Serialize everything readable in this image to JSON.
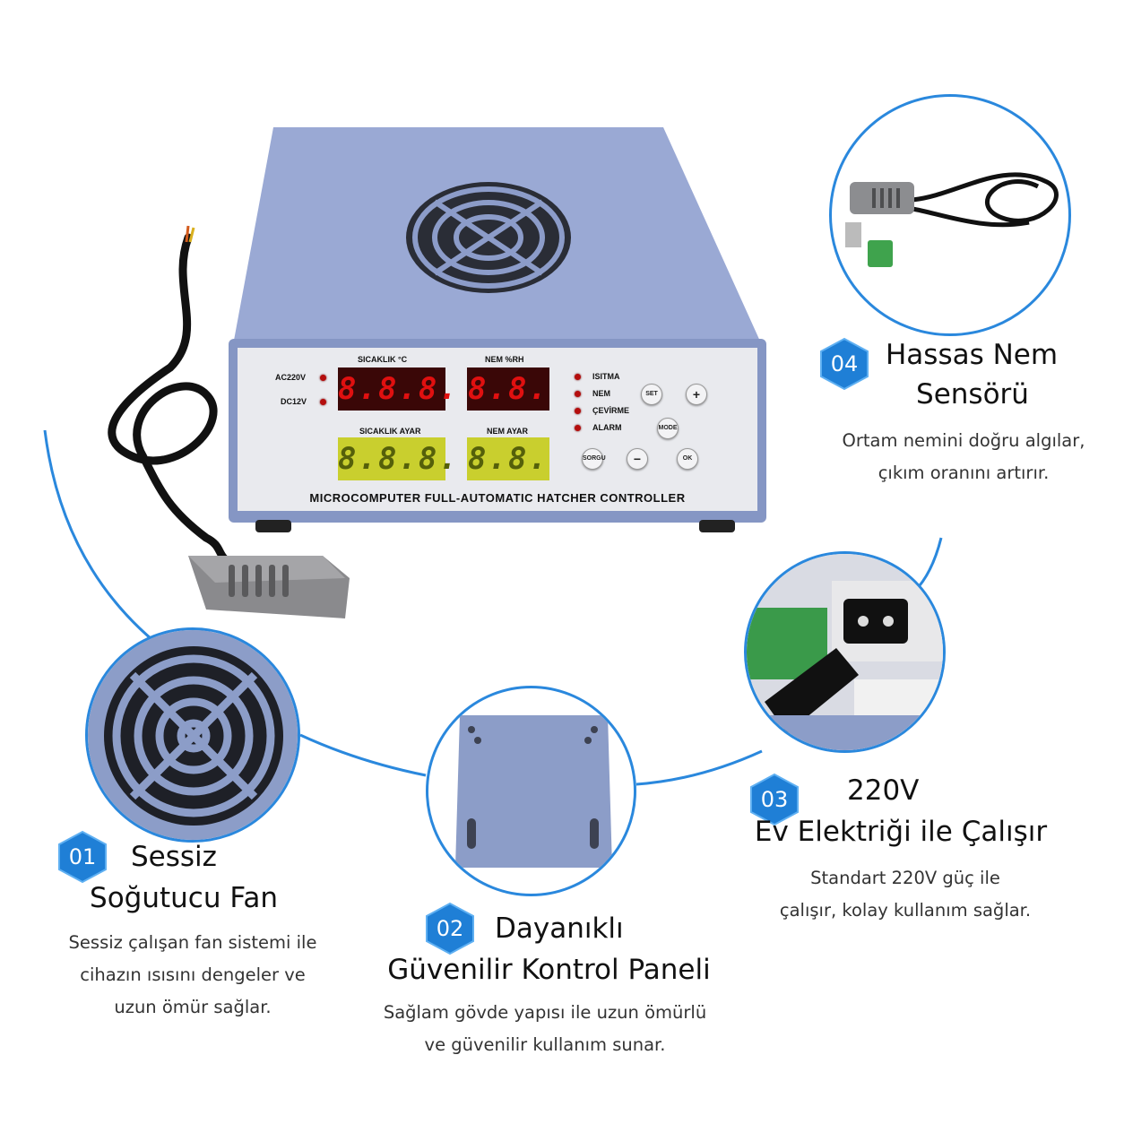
{
  "device": {
    "title_strip": "MICROCOMPUTER FULL-AUTOMATIC HATCHER CONTROLLER",
    "power_labels": [
      "AC220V",
      "DC12V"
    ],
    "displays": {
      "temp_label": "SICAKLIK °C",
      "temp_value": "8.8.8.",
      "hum_label": "NEM %RH",
      "hum_value": "8.8.",
      "temp_set_label": "SICAKLIK AYAR",
      "temp_set_value": "8.8.8.",
      "hum_set_label": "NEM AYAR",
      "hum_set_value": "8.8."
    },
    "indicators": [
      "ISITMA",
      "NEM",
      "ÇEVİRME",
      "ALARM"
    ],
    "buttons": {
      "set": "SET",
      "plus": "+",
      "mode": "MODE",
      "query": "SORGU",
      "minus": "−",
      "ok": "OK"
    }
  },
  "features": [
    {
      "num": "01",
      "title_line1": "Sessiz",
      "title_line2": "Soğutucu Fan",
      "desc": [
        "Sessiz çalışan fan sistemi ile",
        "cihazın ısısını dengeler ve",
        "uzun ömür sağlar."
      ]
    },
    {
      "num": "02",
      "title_line1": "Dayanıklı",
      "title_line2": "Güvenilir Kontrol Paneli",
      "desc": [
        "Sağlam gövde yapısı ile uzun ömürlü",
        "ve güvenilir kullanım sunar."
      ]
    },
    {
      "num": "03",
      "title_line1": "220V",
      "title_line2": "Ev Elektriği ile Çalışır",
      "desc": [
        "Standart 220V güç ile",
        "çalışır, kolay kullanım sağlar."
      ]
    },
    {
      "num": "04",
      "title_line1": "Hassas Nem",
      "title_line2": "Sensörü",
      "desc": [
        "Ortam nemini doğru algılar,",
        "çıkım oranını artırır."
      ]
    }
  ],
  "colors": {
    "accent": "#2a88dd",
    "body": "#8c9dc8",
    "panel": "#e9eaee",
    "led_red": "#e01010",
    "led_yellow": "#d8e010"
  }
}
